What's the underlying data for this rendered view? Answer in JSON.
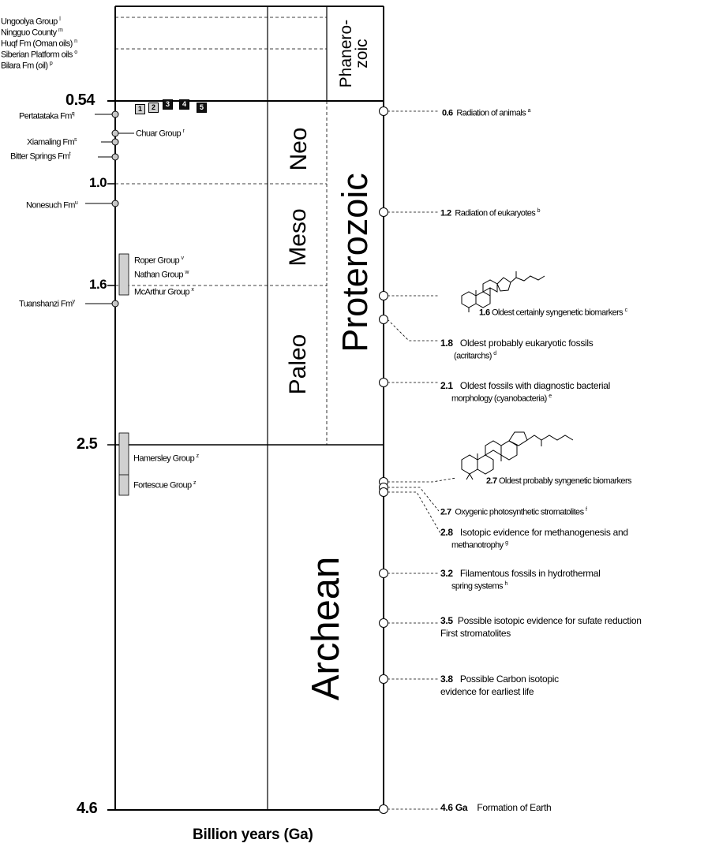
{
  "axis": {
    "xlabel": "Billion years (Ga)",
    "ticks": [
      {
        "label": "0.54",
        "value": 0.54
      },
      {
        "label": "1.0",
        "value": 1.0
      },
      {
        "label": "1.6",
        "value": 1.6
      },
      {
        "label": "2.5",
        "value": 2.5
      },
      {
        "label": "4.6",
        "value": 4.6
      }
    ]
  },
  "eons": {
    "phanerozoic": "Phanero-\nzoic",
    "proterozoic": "Proterozoic",
    "archean": "Archean"
  },
  "eras": {
    "neo": "Neo",
    "meso": "Meso",
    "paleo": "Paleo"
  },
  "formations_top": [
    {
      "name": "Ungoolya Group",
      "sup": "l"
    },
    {
      "name": "Ningguo County",
      "sup": "m"
    },
    {
      "name": "Huqf Fm (Oman oils)",
      "sup": "n"
    },
    {
      "name": "Siberian Platform oils",
      "sup": "o"
    },
    {
      "name": "Bilara Fm (oil)",
      "sup": "p"
    }
  ],
  "formations_left": [
    {
      "name": "Pertatataka Fm",
      "sup": "q"
    },
    {
      "name": "Xiamaling Fm",
      "sup": "s"
    },
    {
      "name": "Bitter Springs Fm",
      "sup": "t"
    },
    {
      "name": "Nonesuch Fm",
      "sup": "u"
    },
    {
      "name": "Tuanshanzi Fm",
      "sup": "y"
    }
  ],
  "formations_right": [
    {
      "name": "Chuar Group",
      "sup": "r"
    },
    {
      "name": "Roper Group",
      "sup": "v"
    },
    {
      "name": "Nathan Group",
      "sup": "w"
    },
    {
      "name": "McArthur Group",
      "sup": "x"
    },
    {
      "name": "Hamersley Group",
      "sup": "z"
    },
    {
      "name": "Fortescue Group",
      "sup": "z"
    }
  ],
  "numbered_boxes": [
    "1",
    "2",
    "3",
    "4",
    "5"
  ],
  "events": [
    {
      "age": "0.6",
      "text": "Radiation of animals",
      "sup": "a"
    },
    {
      "age": "1.2",
      "text": "Radiation of eukaryotes",
      "sup": "b"
    },
    {
      "age": "1.6",
      "text": "Oldest certainly syngenetic biomarkers",
      "sup": "c"
    },
    {
      "age": "1.8",
      "text": "Oldest probably eukaryotic fossils",
      "text2": "(acritarchs)",
      "sup": "d"
    },
    {
      "age": "2.1",
      "text": "Oldest fossils with diagnostic bacterial",
      "text2": "morphology (cyanobacteria)",
      "sup": "e"
    },
    {
      "age": "2.7",
      "text": "Oldest probably syngenetic biomarkers",
      "sup": ""
    },
    {
      "age": "2.7",
      "text": "Oxygenic photosynthetic stromatolites",
      "sup": "f"
    },
    {
      "age": "2.8",
      "text": "Isotopic evidence for methanogenesis and",
      "text2": "methanotrophy",
      "sup": "g"
    },
    {
      "age": "3.2",
      "text": "Filamentous fossils in hydrothermal",
      "text2": "spring systems",
      "sup": "h"
    },
    {
      "age": "3.5",
      "text": "Possible isotopic evidence for sufate reduction",
      "text2": "First stromatolites",
      "sup": ""
    },
    {
      "age": "3.8",
      "text": "Possible Carbon isotopic",
      "text2": "evidence for earliest life",
      "sup": ""
    },
    {
      "age": "4.6 Ga",
      "text": "Formation of Earth",
      "sup": ""
    }
  ]
}
